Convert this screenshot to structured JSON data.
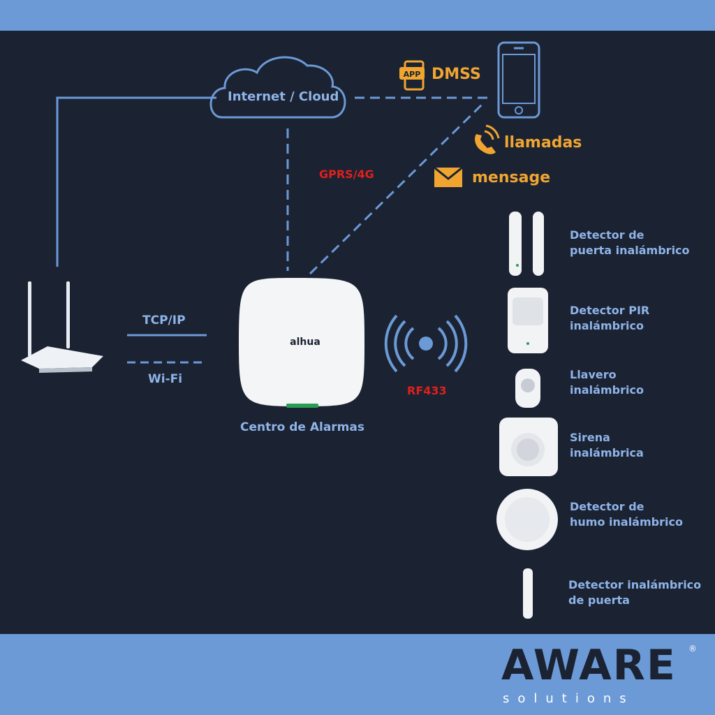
{
  "cloud": {
    "label": "Internet / Cloud"
  },
  "app": {
    "badge": "APP",
    "label": "DMSS"
  },
  "phone_features": {
    "calls": "llamadas",
    "messages": "mensage"
  },
  "links": {
    "gprs": "GPRS/4G",
    "tcpip": "TCP/IP",
    "wifi": "Wi-Fi",
    "rf": "RF433"
  },
  "hub": {
    "brand": "alhua",
    "label": "Centro de Alarmas"
  },
  "devices": [
    {
      "line1": "Detector de",
      "line2": "puerta inalámbrico"
    },
    {
      "line1": "Detector PIR",
      "line2": "inalámbrico"
    },
    {
      "line1": "Llavero",
      "line2": "inalámbrico"
    },
    {
      "line1": "Sirena",
      "line2": "inalámbrica"
    },
    {
      "line1": "Detector de",
      "line2": "humo inalámbrico"
    },
    {
      "line1": "Detector inalámbrico",
      "line2": "de puerta"
    }
  ],
  "logo": {
    "word": "AWARE",
    "sub": "solutions",
    "reg": "®"
  },
  "colors": {
    "panel": "#1b2232",
    "band": "#6b9ad6",
    "line": "#6b9ad6",
    "label": "#8fb4e8",
    "accent": "#f0a531",
    "alert": "#e0201c"
  }
}
